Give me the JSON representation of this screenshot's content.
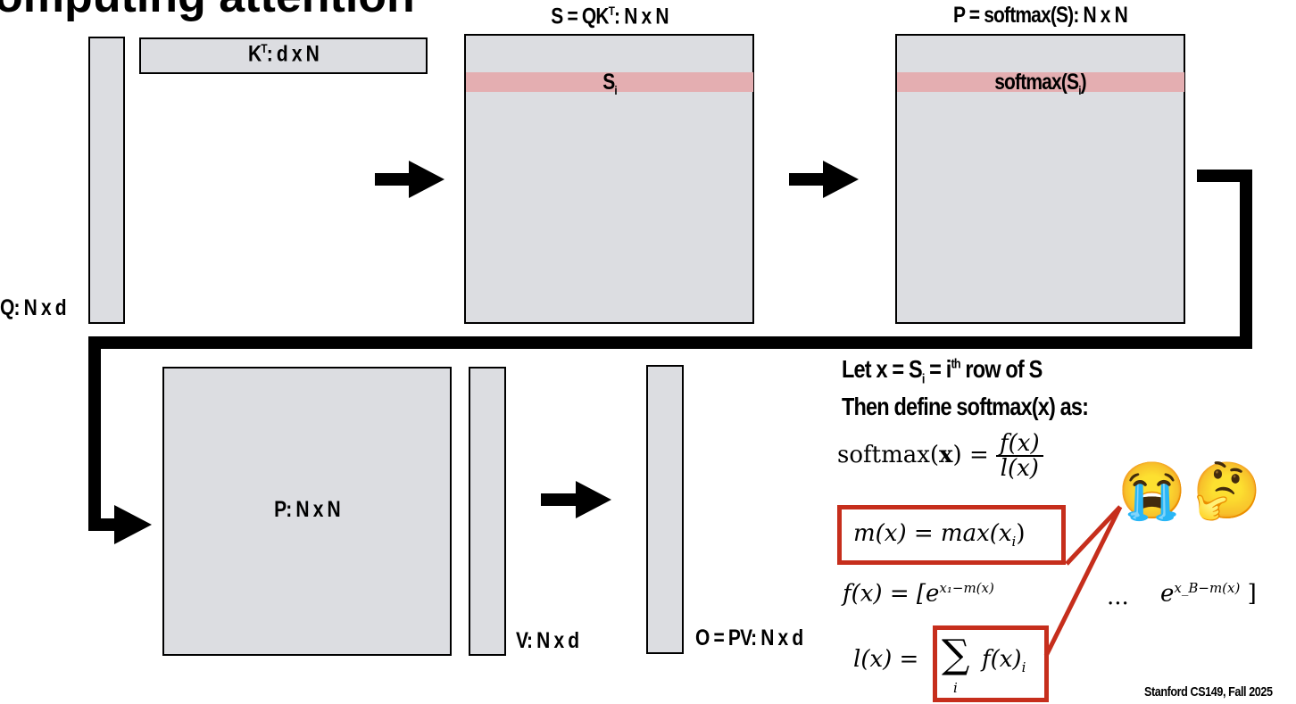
{
  "title_fragment": "omputing attention",
  "matrices": {
    "q_label": "Q: N x d",
    "kt_label_base": "K",
    "kt_label_sup": "T",
    "kt_label_rest": ": d x N",
    "s_title_base": "S = QK",
    "s_title_sup": "T",
    "s_title_rest": ": N x N",
    "s_row_base": "S",
    "s_row_sub": "i",
    "p_title": "P = softmax(S): N x N",
    "p_row_base": "softmax(S",
    "p_row_sub": "i",
    "p_row_end": ")",
    "p_label": "P: N x N",
    "v_label": "V: N x d",
    "o_label": "O = PV: N x d"
  },
  "definition": {
    "line1_a": "Let x = S",
    "line1_sub": "i",
    "line1_b": " = i",
    "line1_sup": "th",
    "line1_c": " row of S",
    "line2": "Then define softmax(x) as:"
  },
  "equations": {
    "softmax_lhs": "softmax(",
    "softmax_num": "f(x)",
    "softmax_den": "l(x)",
    "m_lhs": "m(x) = max(x",
    "m_sub": "i",
    "f_lhs": "f(x) = [",
    "f_term1_exp": "x₁−m(x)",
    "ellipsis": "...",
    "f_termB_exp": "x_B−m(x)",
    "l_lhs": "l(x) =",
    "l_sum": "∑",
    "l_sum_sub": "i",
    "l_body": "f(x)",
    "l_body_sub": "i"
  },
  "emoji": {
    "crying": "😭",
    "thinking": "🤔"
  },
  "footer": "Stanford CS149, Fall 2025",
  "colors": {
    "matrix_fill": "#dcdde1",
    "row_highlight": "#e4aeb1",
    "red_box": "#c62e1c"
  }
}
